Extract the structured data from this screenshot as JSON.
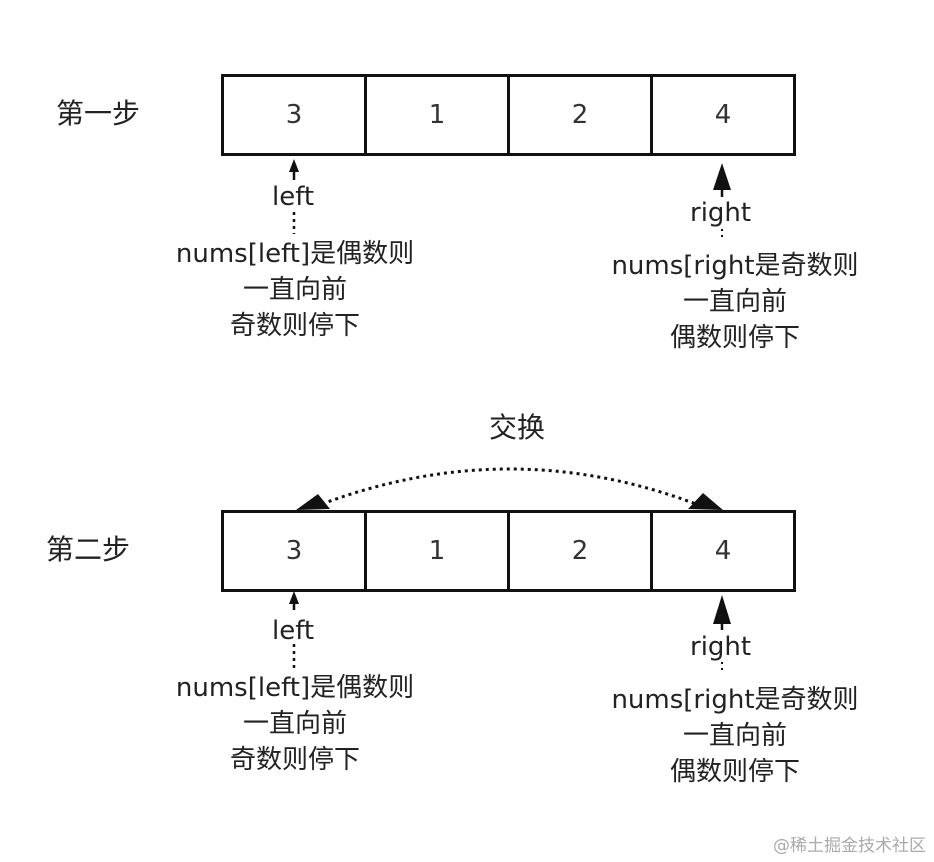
{
  "steps": [
    {
      "label": "第一步",
      "cells": [
        "3",
        "1",
        "2",
        "4"
      ],
      "left_pointer": "left",
      "right_pointer": "right",
      "left_caption": [
        "nums[left]是偶数则",
        "一直向前",
        "奇数则停下"
      ],
      "right_caption": [
        "nums[right是奇数则",
        "一直向前",
        "偶数则停下"
      ]
    },
    {
      "label": "第二步",
      "cells": [
        "3",
        "1",
        "2",
        "4"
      ],
      "swap_label": "交换",
      "left_pointer": "left",
      "right_pointer": "right",
      "left_caption": [
        "nums[left]是偶数则",
        "一直向前",
        "奇数则停下"
      ],
      "right_caption": [
        "nums[right是奇数则",
        "一直向前",
        "偶数则停下"
      ]
    }
  ],
  "watermark": "@稀土掘金技术社区"
}
